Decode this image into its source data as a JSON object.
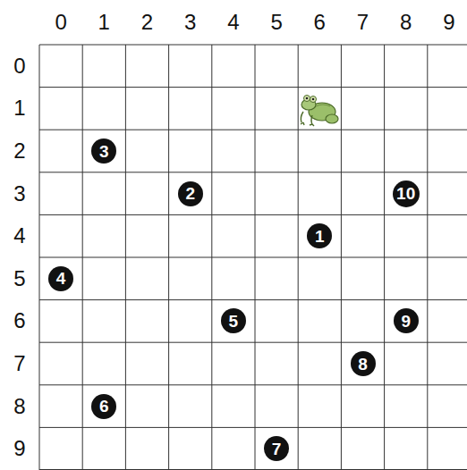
{
  "diagram": {
    "nodes": [
      {
        "text": [
          "1"
        ]
      },
      {
        "text": [
          "2"
        ]
      },
      {
        "text": [
          "3"
        ]
      },
      {
        "text": [
          "4"
        ]
      },
      {
        "text": [
          "5"
        ]
      },
      {
        "text": [
          "6"
        ]
      },
      {
        "text": [
          "7"
        ]
      },
      {
        "text": [
          "8"
        ]
      },
      {
        "text": [
          "9"
        ]
      },
      {
        "text": [
          "10"
        ]
      }
    ],
    "labels": [
      "0",
      "1",
      "2",
      "3",
      "4",
      "5",
      "6",
      "7",
      "8",
      "9",
      "0",
      "1",
      "2",
      "3",
      "4",
      "5",
      "6",
      "7",
      "8",
      "9"
    ]
  }
}
